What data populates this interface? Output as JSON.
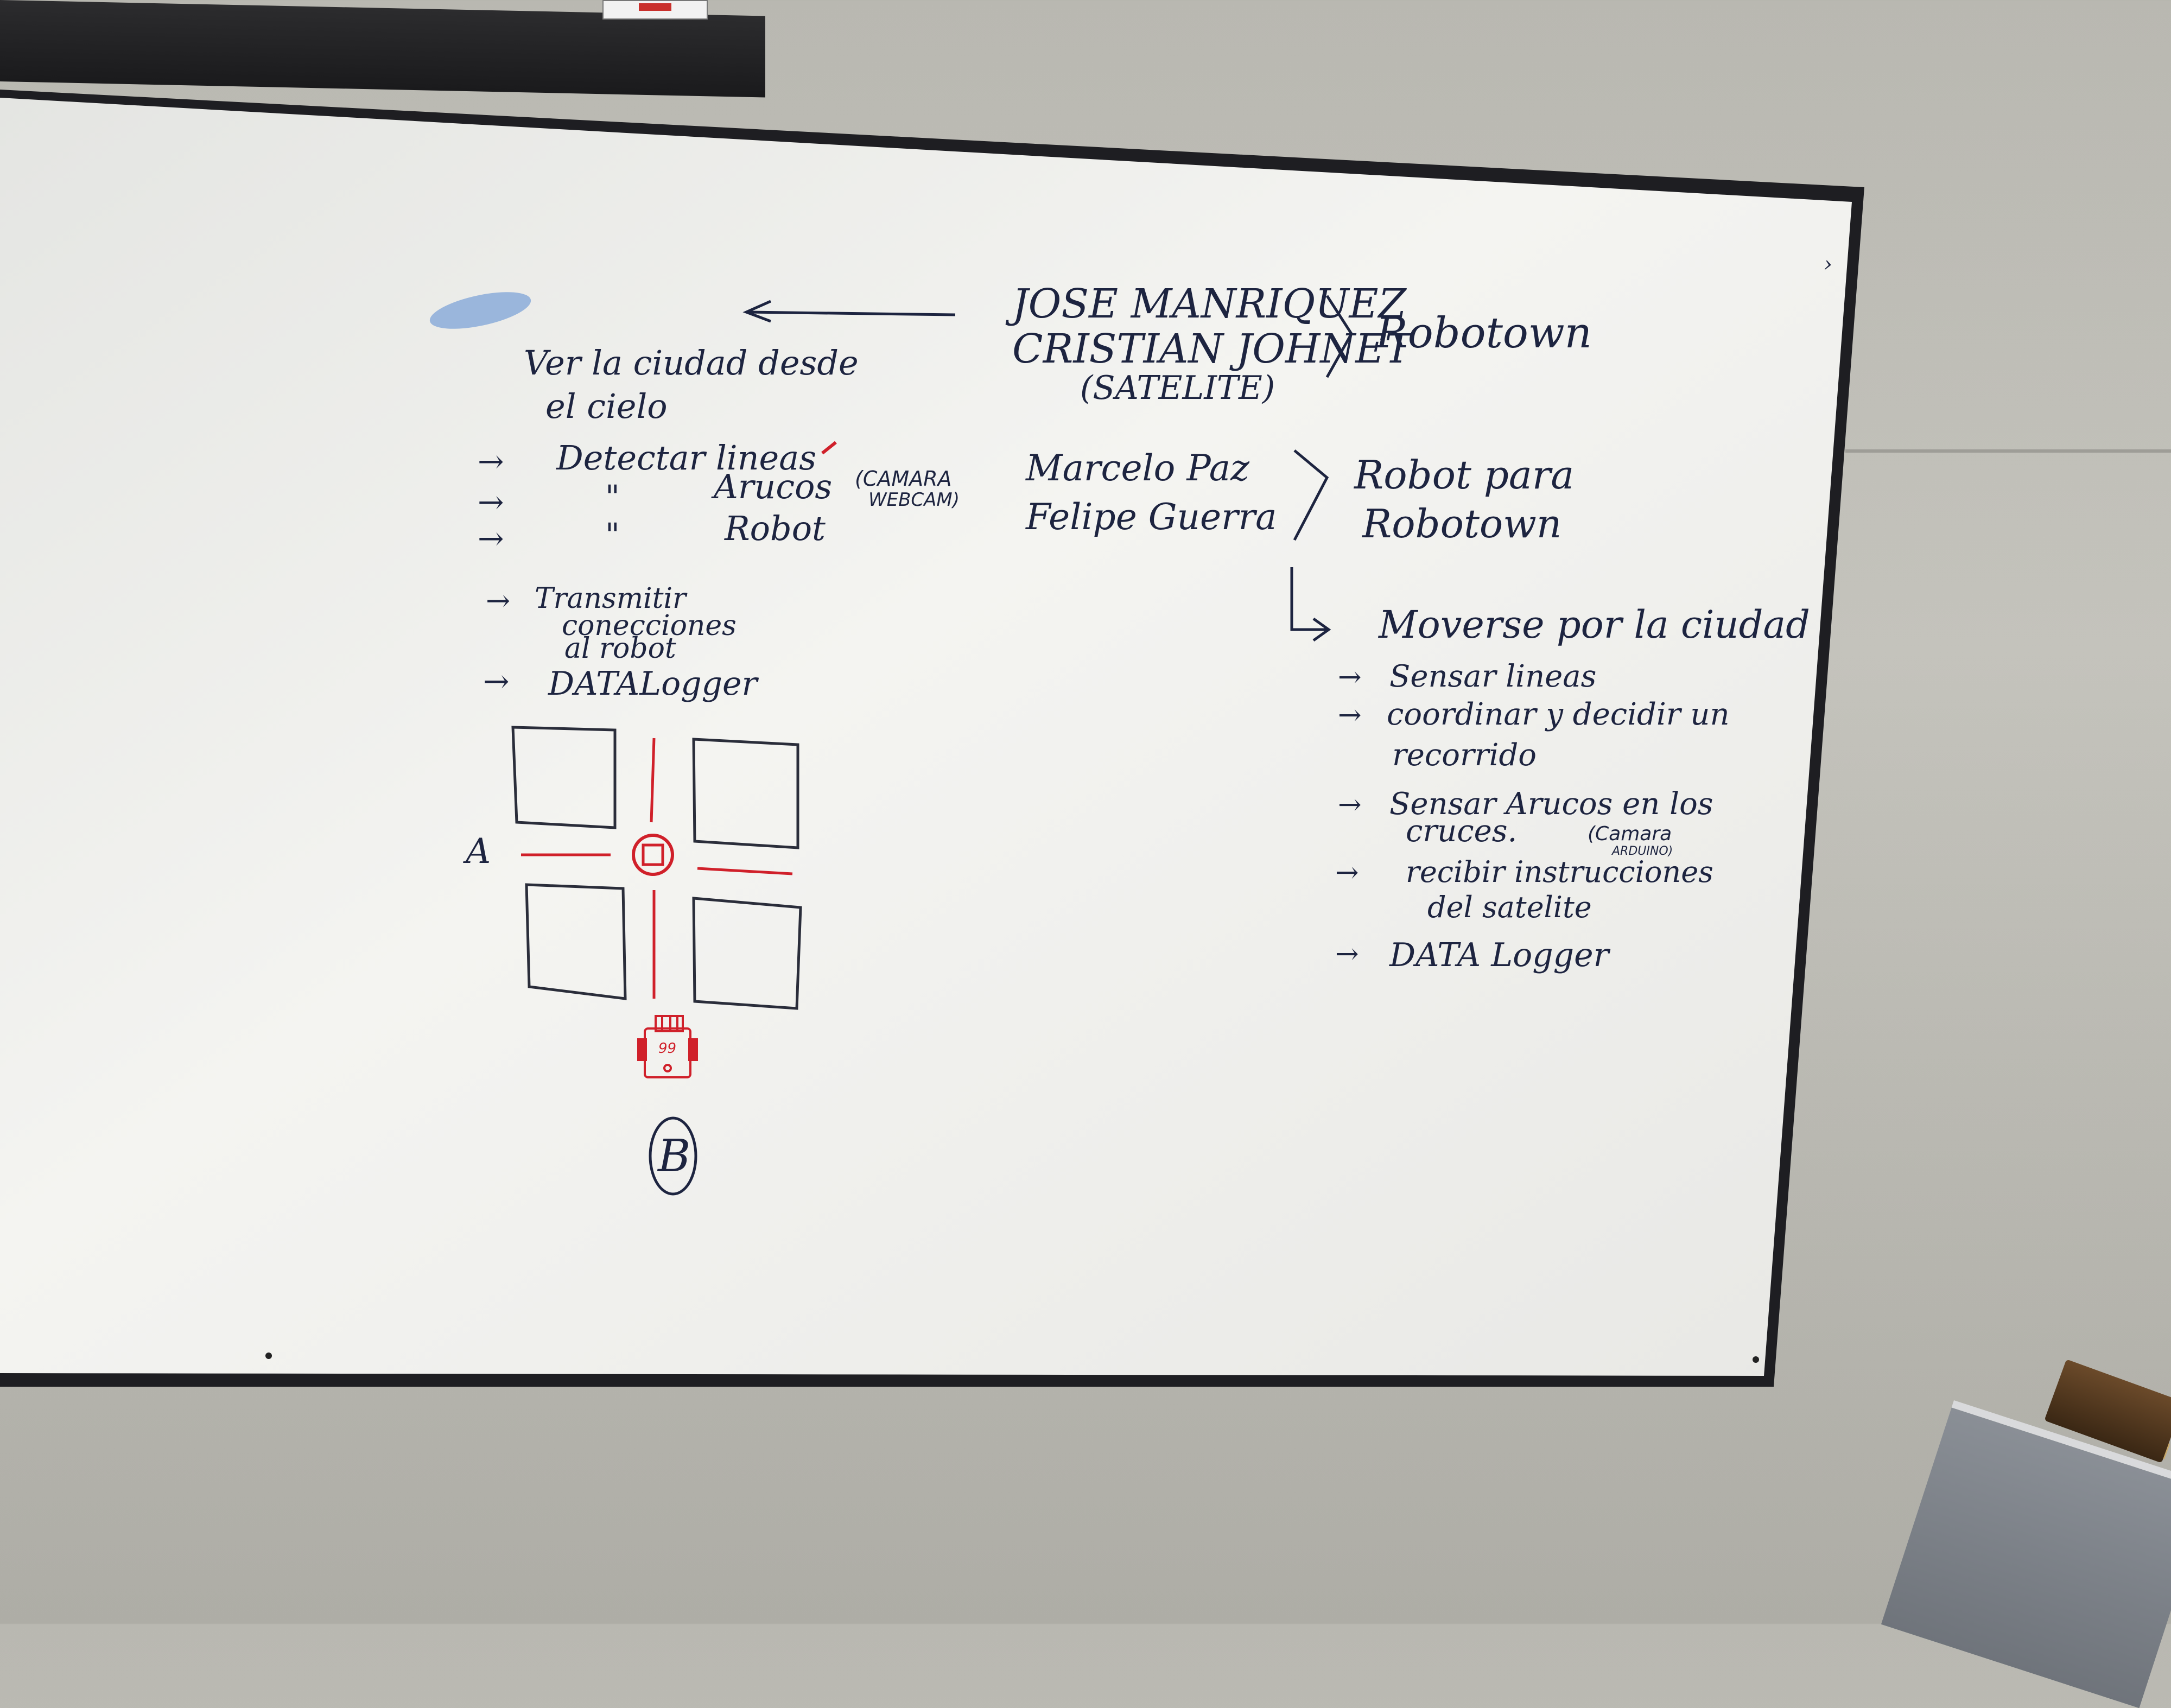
{
  "scene": {
    "description_free": true
  },
  "whiteboard": {
    "team_satellite": {
      "member_1": "JOSE MANRIQUEZ",
      "member_2": "CRISTIAN JOHNET",
      "role": "(SATELITE)",
      "project": "Robotown"
    },
    "team_robot": {
      "member_1": "Marcelo Paz",
      "member_2": "Felipe Guerra",
      "project_line_1": "Robot para",
      "project_line_2": "Robotown"
    },
    "satellite_notes": {
      "intro_1": "Ver la ciudad desde",
      "intro_2": "el cielo",
      "item_1": "Detectar lineas",
      "item_2_ditto": "\"",
      "item_2": "Arucos",
      "item_3_ditto": "\"",
      "item_3": "Robot",
      "camera_1": "(CAMARA",
      "camera_2": "WEBCAM)",
      "item_4_1": "Transmitir",
      "item_4_2": "conecciones",
      "item_4_3": "al robot",
      "item_5": "DATALogger"
    },
    "robot_notes": {
      "heading": "Moverse por la ciudad",
      "item_1": "Sensar lineas",
      "item_2_1": "coordinar y decidir un",
      "item_2_2": "recorrido",
      "item_3_1": "Sensar Arucos en los",
      "item_3_2": "cruces.",
      "item_3_cam_1": "(Camara",
      "item_3_cam_2": "ARDUINO)",
      "item_4_1": "recibir instrucciones",
      "item_4_2": "del satelite",
      "item_5": "DATA Logger"
    },
    "diagram": {
      "label_a": "A",
      "label_b": "B",
      "robot_number": "99"
    },
    "arrow_glyph": "→",
    "colors": {
      "marker_dark": "#1d2440",
      "marker_red": "#d0202a",
      "marker_blue": "#4a7fc8",
      "board_frame": "#1e1e22"
    }
  }
}
